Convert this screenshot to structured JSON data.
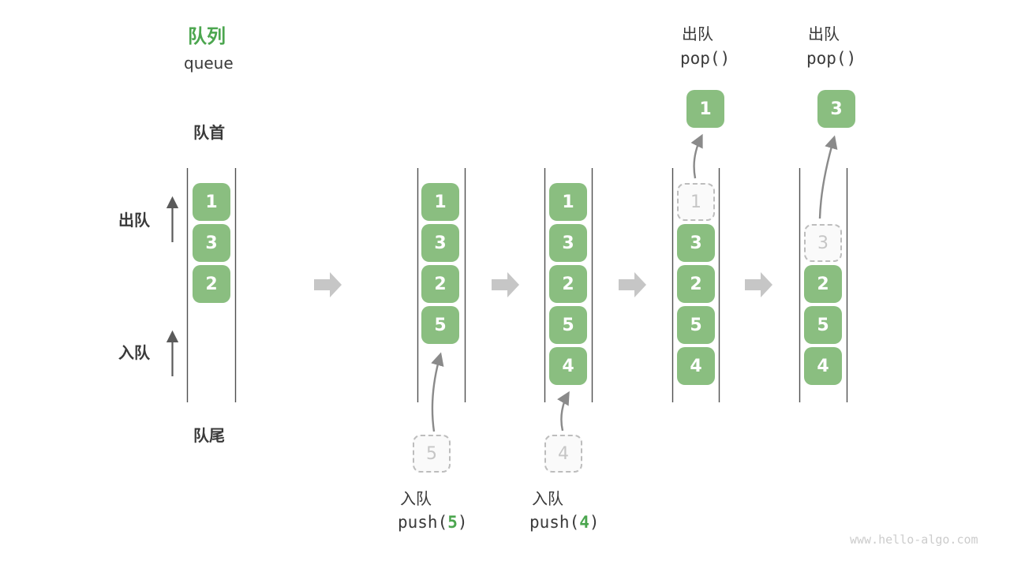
{
  "title": {
    "zh": "队列",
    "en": "queue"
  },
  "labels": {
    "front": "队首",
    "rear": "队尾",
    "dequeue_side": "出队",
    "enqueue_side": "入队"
  },
  "watermark": "www.hello-algo.com",
  "colors": {
    "box_green": "#8ABE80",
    "accent_green": "#4CA64F",
    "block_arrow_gray": "#C6C6C6",
    "ghost_gray": "#BDBDBD",
    "text_dark": "#3A3A3A"
  },
  "states": [
    {
      "slots": [
        "1",
        "3",
        "2"
      ]
    },
    {
      "slots": [
        "1",
        "3",
        "2",
        "5"
      ],
      "staged": "5"
    },
    {
      "slots": [
        "1",
        "3",
        "2",
        "5",
        "4"
      ],
      "staged": "4"
    },
    {
      "ghost": "1",
      "slots": [
        "3",
        "2",
        "5",
        "4"
      ],
      "popped": "1"
    },
    {
      "ghost": "3",
      "slots": [
        "2",
        "5",
        "4"
      ],
      "popped": "3"
    }
  ],
  "operations": {
    "push5": {
      "zh": "入队",
      "fn": "push(",
      "arg": "5",
      "close": ")"
    },
    "push4": {
      "zh": "入队",
      "fn": "push(",
      "arg": "4",
      "close": ")"
    },
    "pop1": {
      "zh": "出队",
      "code": "pop()"
    },
    "pop2": {
      "zh": "出队",
      "code": "pop()"
    }
  }
}
